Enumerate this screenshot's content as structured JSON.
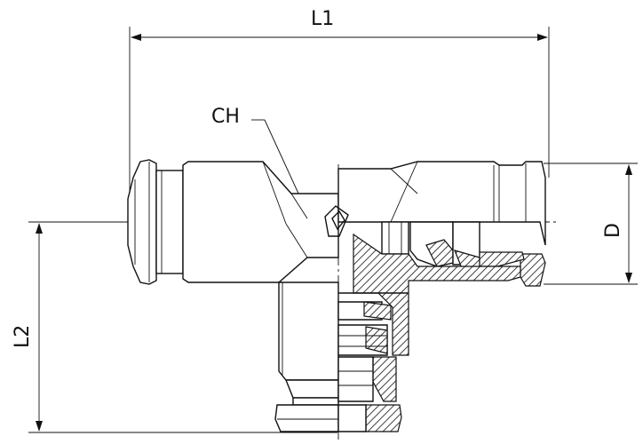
{
  "dimensions": {
    "l1": "L1",
    "l2": "L2",
    "d": "D",
    "ch": "CH"
  }
}
